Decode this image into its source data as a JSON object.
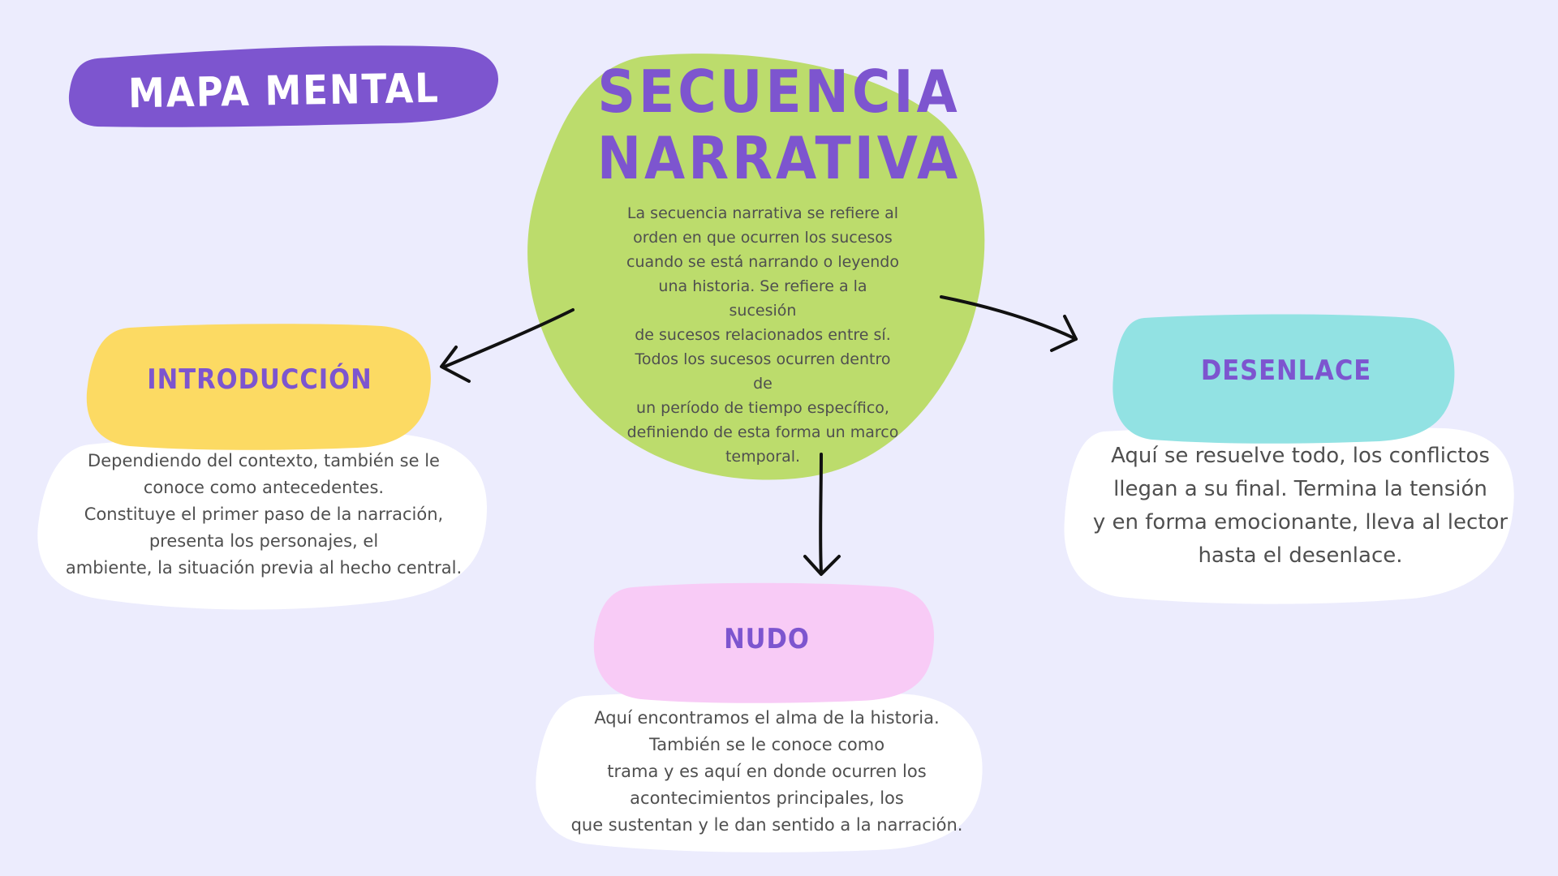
{
  "header": {
    "label": "MAPA MENTAL"
  },
  "center": {
    "title": [
      "SECUENCIA",
      "NARRATIVA"
    ],
    "description": [
      "La secuencia narrativa se refiere al",
      "orden en que ocurren los sucesos",
      "cuando se está narrando o leyendo",
      "una historia. Se refiere a la",
      "sucesión",
      "de sucesos relacionados entre sí.",
      "Todos los sucesos ocurren dentro",
      "de",
      "un período de tiempo específico,",
      "definiendo de esta forma un marco",
      "temporal."
    ]
  },
  "nodes": {
    "introduccion": {
      "title": "INTRODUCCIÓN",
      "description": [
        "Dependiendo del contexto, también se le",
        "conoce como antecedentes.",
        "Constituye el primer paso de la narración,",
        "presenta los personajes, el",
        "ambiente, la situación previa al hecho central."
      ]
    },
    "nudo": {
      "title": "NUDO",
      "description": [
        "Aquí encontramos el alma de la historia.",
        "También se le conoce como",
        "trama y es aquí en donde ocurren los",
        "acontecimientos principales, los",
        "que sustentan y le dan sentido a la narración."
      ]
    },
    "desenlace": {
      "title": "DESENLACE",
      "description": [
        "Aquí se resuelve todo, los conflictos",
        "llegan a su final. Termina la tensión",
        "y en forma emocionante, lleva al lector",
        "hasta el desenlace."
      ]
    }
  },
  "colors": {
    "background": "#ececfd",
    "purple": "#7d55cf",
    "green": "#bcdc6c",
    "yellow": "#fcda63",
    "pink": "#f8cbf6",
    "cyan": "#92e2e3",
    "white": "#ffffff",
    "text": "#4f4f4f"
  }
}
